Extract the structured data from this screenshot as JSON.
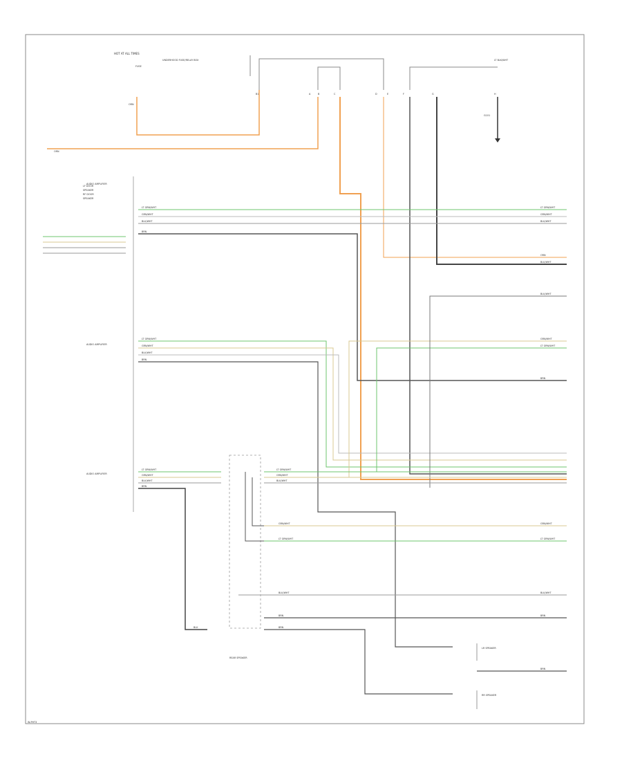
{
  "footer_id": "W-PHT3",
  "connectors": {
    "fuse_block": "HOT AT ALL TIMES",
    "fuse_label": "FUSE",
    "underhood_box": "UNDERHOOD FUSE/RELAY BOX",
    "ground_note": "LT BLK/WHT",
    "ground_label": "G101",
    "nav_left_1": "LF DOOR",
    "nav_left_2": "SPEAKER",
    "nav_left_3": "RF DOOR",
    "nav_left_4": "SPEAKER",
    "audio_1": "AUDIO AMPLIFIER",
    "audio_2": "AUDIO AMPLIFIER",
    "audio_3": "AUDIO AMPLIFIER",
    "rear_speaker": "REAR SPEAKER",
    "lr_speaker": "LR SPEAKER",
    "rr_speaker": "RR SPEAKER"
  },
  "wire_labels": {
    "orn": "ORN",
    "grn_wht": "LT GRN/WHT",
    "gry_wht": "GRN/WHT",
    "blk_wht": "BLK/WHT",
    "brn": "BRN",
    "blk": "BLK"
  },
  "colors": {
    "orange": "#f0a050",
    "green": "#6cc46c",
    "tan": "#d8c890",
    "gray": "#9a9a9a",
    "dark": "#555555",
    "black": "#333333"
  }
}
